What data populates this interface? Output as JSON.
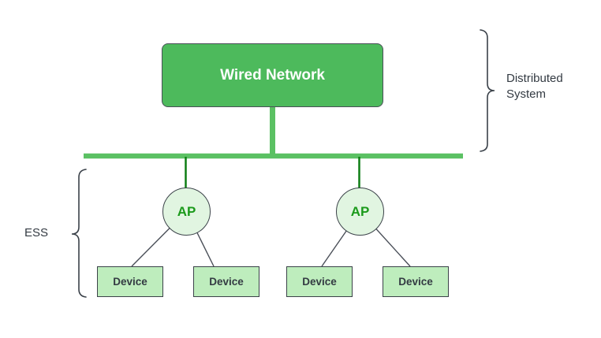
{
  "diagram": {
    "wired_network": {
      "label": "Wired Network"
    },
    "access_points": [
      {
        "label": "AP"
      },
      {
        "label": "AP"
      }
    ],
    "devices": [
      {
        "label": "Device"
      },
      {
        "label": "Device"
      },
      {
        "label": "Device"
      },
      {
        "label": "Device"
      }
    ],
    "annotations": {
      "distributed_system": "Distributed System",
      "ess": "ESS"
    },
    "colors": {
      "box_fill": "#4DBA5C",
      "box_text": "#FFFFFF",
      "bus_green": "#5BC163",
      "link_dark_green": "#0E7E14",
      "ap_fill": "#E1F5E1",
      "ap_text": "#1B9A1B",
      "device_fill": "#BEEDBD",
      "outline_dark": "#3B4249",
      "label_text": "#333A42",
      "connector_gray": "#4A4F58",
      "brace_stroke": "#3A4149"
    }
  }
}
